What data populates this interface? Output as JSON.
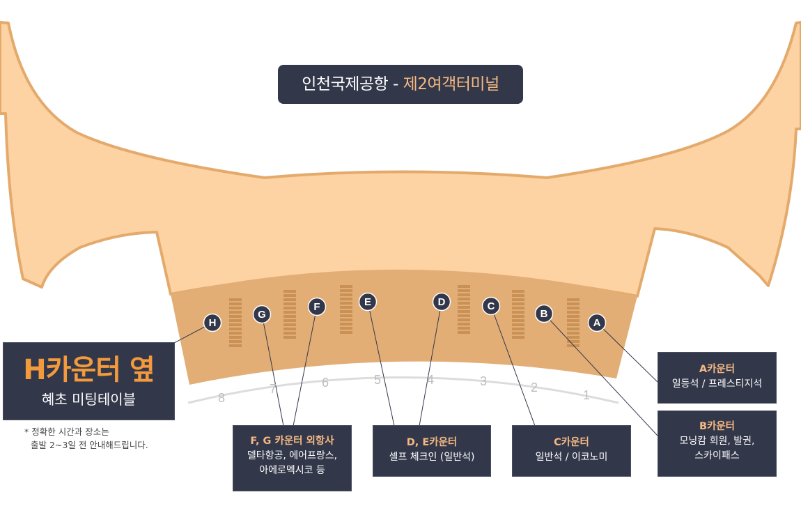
{
  "title": {
    "main": "인천국제공항 - ",
    "accent": "제2여객터미널"
  },
  "highlight": {
    "big": "H카운터 옆",
    "sub": "혜초 미팅테이블"
  },
  "note": {
    "line1": "* 정확한 시간과 장소는",
    "line2": "출발 2~3일 전 안내해드립니다."
  },
  "markers": [
    "H",
    "G",
    "F",
    "E",
    "D",
    "C",
    "B",
    "A"
  ],
  "gates": [
    "8",
    "7",
    "6",
    "5",
    "4",
    "3",
    "2",
    "1"
  ],
  "labels": {
    "a": {
      "title": "A카운터",
      "desc": [
        "일등석 / 프레스티지석"
      ]
    },
    "b": {
      "title": "B카운터",
      "desc": [
        "모닝캄 회원, 발권,",
        "스카이패스"
      ]
    },
    "c": {
      "title": "C카운터",
      "desc": [
        "일반석 / 이코노미"
      ]
    },
    "de": {
      "title": "D, E카운터",
      "desc": [
        "셀프 체크인 (일반석)"
      ]
    },
    "fg": {
      "title": "F, G 카운터 외항사",
      "desc": [
        "델타항공, 에어프랑스,",
        "아에로멕시코 등"
      ]
    }
  },
  "colors": {
    "terminal_fill": "#fdd3a4",
    "terminal_outline": "#e4aa6c",
    "counter_zone": "#e2ae76",
    "counter_block": "#c99155",
    "panel": "#33374a",
    "accent": "#f39a3d",
    "accent_light": "#f4b983"
  }
}
